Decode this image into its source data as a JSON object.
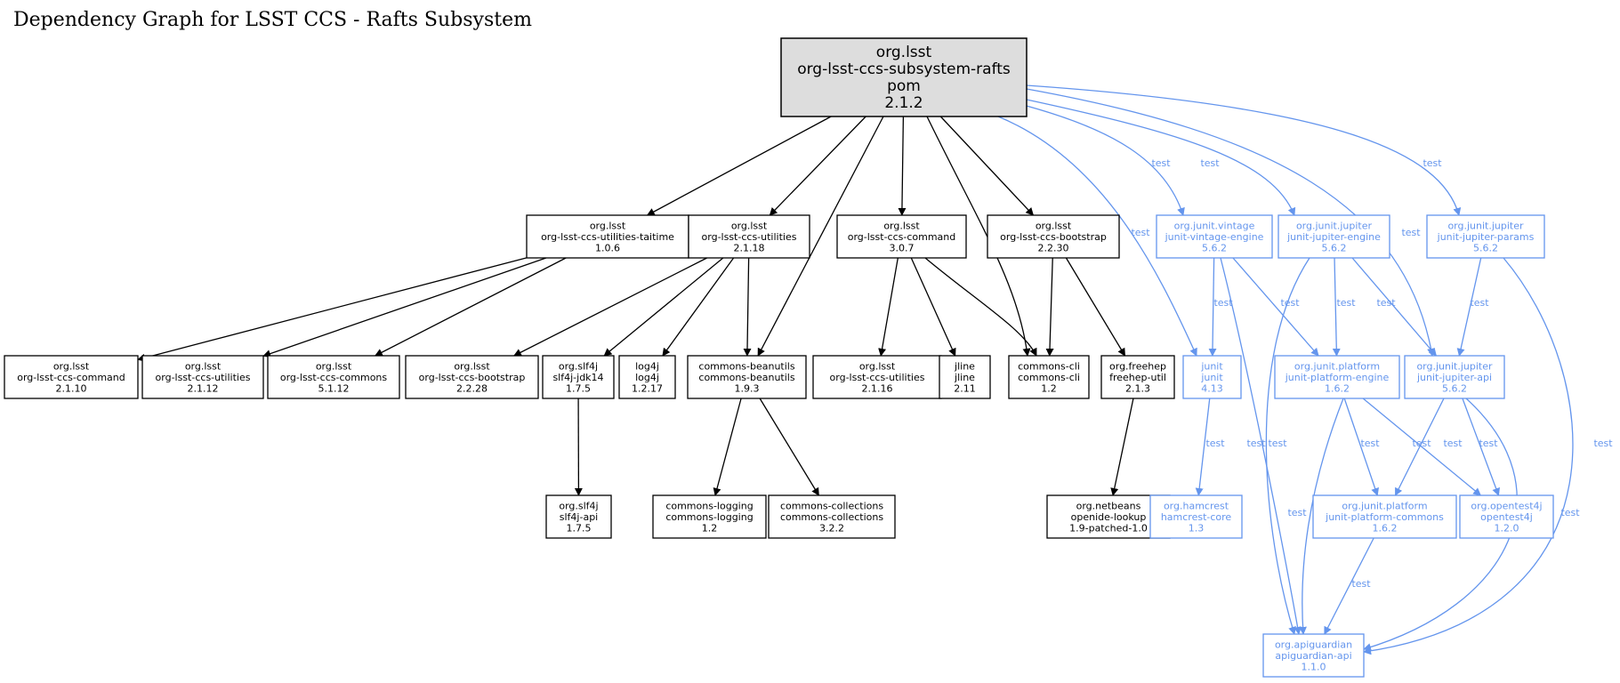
{
  "title": "Dependency Graph for LSST CCS - Rafts Subsystem",
  "colors": {
    "compile": "#000000",
    "test": "#6495ed",
    "root_fill": "#dddddd"
  },
  "edge_label_test": "test",
  "nodes": [
    {
      "id": "root",
      "lines": [
        "org.lsst",
        "org-lsst-ccs-subsystem-rafts",
        "pom",
        "2.1.2"
      ],
      "scope": "root"
    },
    {
      "id": "taitime",
      "lines": [
        "org.lsst",
        "org-lsst-ccs-utilities-taitime",
        "1.0.6"
      ],
      "scope": "compile"
    },
    {
      "id": "utilities2118",
      "lines": [
        "org.lsst",
        "org-lsst-ccs-utilities",
        "2.1.18"
      ],
      "scope": "compile"
    },
    {
      "id": "command307",
      "lines": [
        "org.lsst",
        "org-lsst-ccs-command",
        "3.0.7"
      ],
      "scope": "compile"
    },
    {
      "id": "bootstrap2230",
      "lines": [
        "org.lsst",
        "org-lsst-ccs-bootstrap",
        "2.2.30"
      ],
      "scope": "compile"
    },
    {
      "id": "vintage",
      "lines": [
        "org.junit.vintage",
        "junit-vintage-engine",
        "5.6.2"
      ],
      "scope": "test"
    },
    {
      "id": "jupengine",
      "lines": [
        "org.junit.jupiter",
        "junit-jupiter-engine",
        "5.6.2"
      ],
      "scope": "test"
    },
    {
      "id": "jupparams",
      "lines": [
        "org.junit.jupiter",
        "junit-jupiter-params",
        "5.6.2"
      ],
      "scope": "test"
    },
    {
      "id": "command2110",
      "lines": [
        "org.lsst",
        "org-lsst-ccs-command",
        "2.1.10"
      ],
      "scope": "compile"
    },
    {
      "id": "utilities2112",
      "lines": [
        "org.lsst",
        "org-lsst-ccs-utilities",
        "2.1.12"
      ],
      "scope": "compile"
    },
    {
      "id": "commons5112",
      "lines": [
        "org.lsst",
        "org-lsst-ccs-commons",
        "5.1.12"
      ],
      "scope": "compile"
    },
    {
      "id": "bootstrap2228",
      "lines": [
        "org.lsst",
        "org-lsst-ccs-bootstrap",
        "2.2.28"
      ],
      "scope": "compile"
    },
    {
      "id": "slf4jjdk",
      "lines": [
        "org.slf4j",
        "slf4j-jdk14",
        "1.7.5"
      ],
      "scope": "compile"
    },
    {
      "id": "log4j",
      "lines": [
        "log4j",
        "log4j",
        "1.2.17"
      ],
      "scope": "compile"
    },
    {
      "id": "beanutils",
      "lines": [
        "commons-beanutils",
        "commons-beanutils",
        "1.9.3"
      ],
      "scope": "compile"
    },
    {
      "id": "utilities2116",
      "lines": [
        "org.lsst",
        "org-lsst-ccs-utilities",
        "2.1.16"
      ],
      "scope": "compile"
    },
    {
      "id": "jline",
      "lines": [
        "jline",
        "jline",
        "2.11"
      ],
      "scope": "compile"
    },
    {
      "id": "cli",
      "lines": [
        "commons-cli",
        "commons-cli",
        "1.2"
      ],
      "scope": "compile"
    },
    {
      "id": "freehep",
      "lines": [
        "org.freehep",
        "freehep-util",
        "2.1.3"
      ],
      "scope": "compile"
    },
    {
      "id": "junit",
      "lines": [
        "junit",
        "junit",
        "4.13"
      ],
      "scope": "test"
    },
    {
      "id": "platengine",
      "lines": [
        "org.junit.platform",
        "junit-platform-engine",
        "1.6.2"
      ],
      "scope": "test"
    },
    {
      "id": "jupapi",
      "lines": [
        "org.junit.jupiter",
        "junit-jupiter-api",
        "5.6.2"
      ],
      "scope": "test"
    },
    {
      "id": "slf4japi",
      "lines": [
        "org.slf4j",
        "slf4j-api",
        "1.7.5"
      ],
      "scope": "compile"
    },
    {
      "id": "logging",
      "lines": [
        "commons-logging",
        "commons-logging",
        "1.2"
      ],
      "scope": "compile"
    },
    {
      "id": "collections",
      "lines": [
        "commons-collections",
        "commons-collections",
        "3.2.2"
      ],
      "scope": "compile"
    },
    {
      "id": "openide",
      "lines": [
        "org.netbeans",
        "openide-lookup",
        "1.9-patched-1.0"
      ],
      "scope": "compile"
    },
    {
      "id": "hamcrest",
      "lines": [
        "org.hamcrest",
        "hamcrest-core",
        "1.3"
      ],
      "scope": "test"
    },
    {
      "id": "platcommons",
      "lines": [
        "org.junit.platform",
        "junit-platform-commons",
        "1.6.2"
      ],
      "scope": "test"
    },
    {
      "id": "opentest4j",
      "lines": [
        "org.opentest4j",
        "opentest4j",
        "1.2.0"
      ],
      "scope": "test"
    },
    {
      "id": "apiguardian",
      "lines": [
        "org.apiguardian",
        "apiguardian-api",
        "1.1.0"
      ],
      "scope": "test"
    }
  ],
  "edges": [
    {
      "from": "root",
      "to": "taitime",
      "scope": "compile"
    },
    {
      "from": "root",
      "to": "utilities2118",
      "scope": "compile"
    },
    {
      "from": "root",
      "to": "beanutils",
      "scope": "compile"
    },
    {
      "from": "root",
      "to": "command307",
      "scope": "compile"
    },
    {
      "from": "root",
      "to": "cli",
      "scope": "compile"
    },
    {
      "from": "root",
      "to": "bootstrap2230",
      "scope": "compile"
    },
    {
      "from": "root",
      "to": "junit",
      "scope": "test"
    },
    {
      "from": "root",
      "to": "vintage",
      "scope": "test"
    },
    {
      "from": "root",
      "to": "jupengine",
      "scope": "test"
    },
    {
      "from": "root",
      "to": "jupapi",
      "scope": "test"
    },
    {
      "from": "root",
      "to": "jupparams",
      "scope": "test"
    },
    {
      "from": "taitime",
      "to": "command2110",
      "scope": "compile"
    },
    {
      "from": "taitime",
      "to": "utilities2112",
      "scope": "compile"
    },
    {
      "from": "taitime",
      "to": "commons5112",
      "scope": "compile"
    },
    {
      "from": "utilities2118",
      "to": "bootstrap2228",
      "scope": "compile"
    },
    {
      "from": "utilities2118",
      "to": "slf4jjdk",
      "scope": "compile"
    },
    {
      "from": "utilities2118",
      "to": "log4j",
      "scope": "compile"
    },
    {
      "from": "utilities2118",
      "to": "beanutils",
      "scope": "compile"
    },
    {
      "from": "command307",
      "to": "utilities2116",
      "scope": "compile"
    },
    {
      "from": "command307",
      "to": "jline",
      "scope": "compile"
    },
    {
      "from": "command307",
      "to": "cli",
      "scope": "compile"
    },
    {
      "from": "bootstrap2230",
      "to": "cli",
      "scope": "compile"
    },
    {
      "from": "bootstrap2230",
      "to": "freehep",
      "scope": "compile"
    },
    {
      "from": "slf4jjdk",
      "to": "slf4japi",
      "scope": "compile"
    },
    {
      "from": "beanutils",
      "to": "logging",
      "scope": "compile"
    },
    {
      "from": "beanutils",
      "to": "collections",
      "scope": "compile"
    },
    {
      "from": "freehep",
      "to": "openide",
      "scope": "compile"
    },
    {
      "from": "vintage",
      "to": "junit",
      "scope": "test"
    },
    {
      "from": "vintage",
      "to": "platengine",
      "scope": "test"
    },
    {
      "from": "vintage",
      "to": "apiguardian",
      "scope": "test"
    },
    {
      "from": "jupengine",
      "to": "platengine",
      "scope": "test"
    },
    {
      "from": "jupengine",
      "to": "jupapi",
      "scope": "test"
    },
    {
      "from": "jupengine",
      "to": "apiguardian",
      "scope": "test"
    },
    {
      "from": "jupparams",
      "to": "jupapi",
      "scope": "test"
    },
    {
      "from": "jupparams",
      "to": "apiguardian",
      "scope": "test"
    },
    {
      "from": "junit",
      "to": "hamcrest",
      "scope": "test"
    },
    {
      "from": "platengine",
      "to": "platcommons",
      "scope": "test"
    },
    {
      "from": "platengine",
      "to": "opentest4j",
      "scope": "test"
    },
    {
      "from": "platengine",
      "to": "apiguardian",
      "scope": "test"
    },
    {
      "from": "jupapi",
      "to": "platcommons",
      "scope": "test"
    },
    {
      "from": "jupapi",
      "to": "opentest4j",
      "scope": "test"
    },
    {
      "from": "jupapi",
      "to": "apiguardian",
      "scope": "test"
    },
    {
      "from": "platcommons",
      "to": "apiguardian",
      "scope": "test"
    }
  ]
}
